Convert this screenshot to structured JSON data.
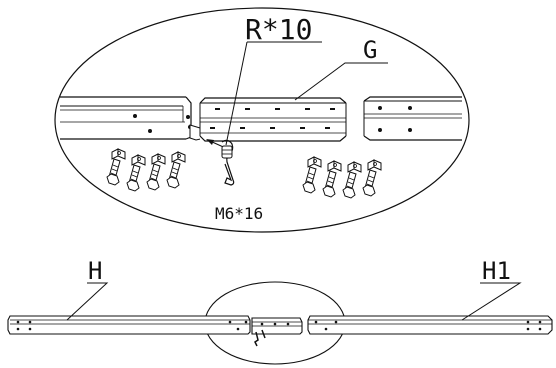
{
  "labels": {
    "rail_g": "G",
    "connector_r": "R*10",
    "bolt_spec": "M6*16",
    "rail_h": "H",
    "rail_h1": "H1"
  },
  "colors": {
    "ink": "#111111",
    "paper": "#ffffff",
    "fill_light": "#f2f2f2",
    "hole": "#111111"
  }
}
